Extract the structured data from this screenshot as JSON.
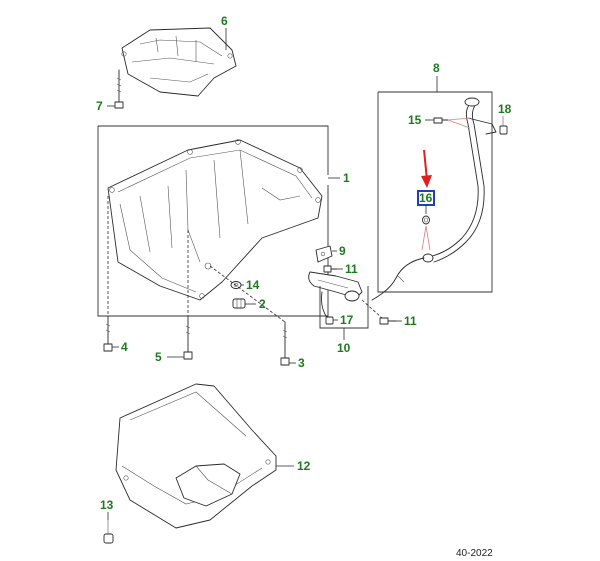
{
  "diagram": {
    "callouts": {
      "c1": "1",
      "c2": "2",
      "c3": "3",
      "c4": "4",
      "c5": "5",
      "c6": "6",
      "c7": "7",
      "c8": "8",
      "c9": "9",
      "c10": "10",
      "c11a": "11",
      "c11b": "11",
      "c12": "12",
      "c13": "13",
      "c14": "14",
      "c15": "15",
      "c16": "16",
      "c17": "17",
      "c18": "18"
    },
    "footer_code": "40-2022",
    "colors": {
      "callout_text": "#1f7a1f",
      "highlight_box": "#1f3fbf",
      "pointer_arrow": "#e02020",
      "pink_leader": "#d98080"
    }
  }
}
